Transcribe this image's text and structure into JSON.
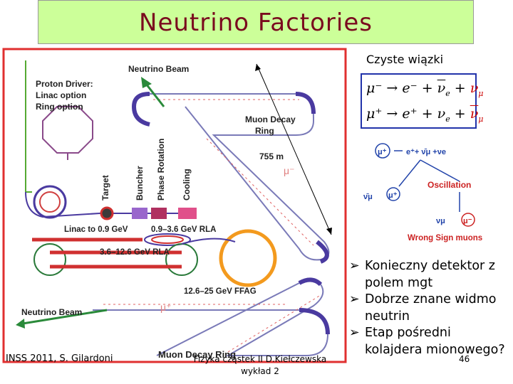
{
  "title": "Neutrino Factories",
  "diagram": {
    "neutrino_beam_top": "Neutrino Beam",
    "proton_driver": "Proton Driver:",
    "linac_option": "Linac option",
    "ring_option": "Ring option",
    "muon_decay_ring_top_1": "Muon Decay",
    "muon_decay_ring_top_2": "Ring",
    "length": "755 m",
    "mu_minus": "μ⁻",
    "mu_plus": "μ⁺",
    "target": "Target",
    "buncher": "Buncher",
    "phase_rotation": "Phase Rotation",
    "cooling": "Cooling",
    "linac_label": "Linac to 0.9 GeV",
    "rla1_label": "0.9–3.6 GeV RLA",
    "rla2_label": "3.6–12.6 GeV RLA",
    "ffag_label": "12.6–25 GeV FFAG",
    "neutrino_beam_bottom": "Neutrino Beam",
    "muon_decay_ring_bottom": "Muon Decay Ring"
  },
  "clean_beams": {
    "label": "Czyste wiązki",
    "decay1": {
      "lhs": "μ⁻ → e⁻ + ",
      "nu_bar_e": "ν",
      "mid": " + ",
      "nu_mu": "ν",
      "sub_e": "e",
      "sub_mu": "μ"
    },
    "decay2": {
      "lhs": "μ⁺ → e⁺ + ",
      "nu_e": "ν",
      "mid": " + ",
      "nu_bar_mu": "ν",
      "sub_e": "e",
      "sub_mu": "μ"
    }
  },
  "oscillation": {
    "top": "μ⁺",
    "products": "e⁺+ ν̄μ +νe",
    "label": "Oscillation",
    "nu_bar_mu": "ν̄μ",
    "mu_plus": "μ⁺",
    "nu_mu": "νμ",
    "mu_minus": "μ⁻",
    "wrong_sign": "Wrong Sign muons"
  },
  "bullets": [
    "Konieczny detektor z polem mgt",
    "Dobrze znane widmo neutrin",
    "Etap pośredni kolajdera mionowego?"
  ],
  "footer": {
    "left": "INSS 2011, S. Gilardoni",
    "mid_line1": "Fizyka cząstek II D.Kiełczewska",
    "mid_line2": "wykład 2",
    "page": "46"
  },
  "colors": {
    "title_bg": "#ccff99",
    "title_text": "#7a0a1e",
    "frame_red": "#e03030",
    "ring_purple": "#4a3aa0",
    "arrow_green": "#2a8a3a",
    "orange": "#f39a1e",
    "formula_border": "#2233aa",
    "formula_red": "#cc0000"
  }
}
